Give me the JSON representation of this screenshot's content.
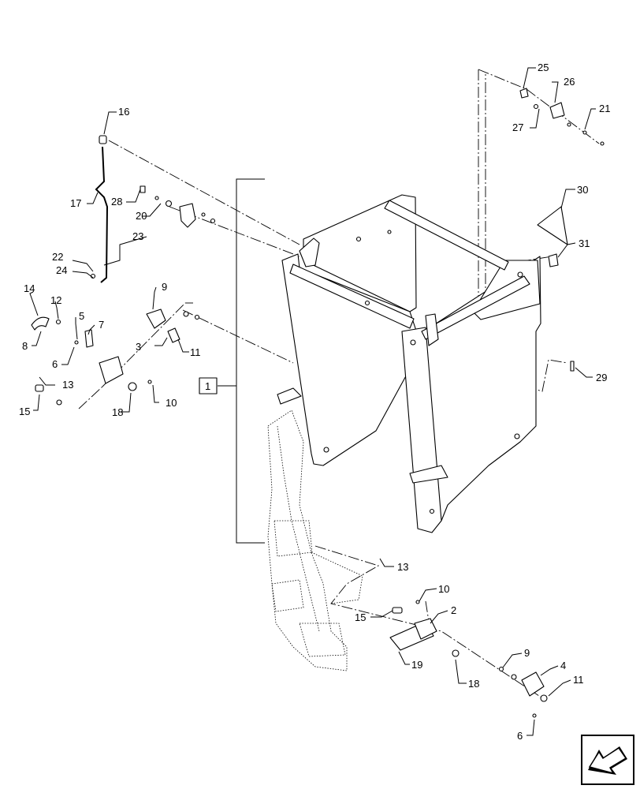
{
  "diagram": {
    "callouts": {
      "c1": "1",
      "c2": "2",
      "c3": "3",
      "c4": "4",
      "c5": "5",
      "c6a": "6",
      "c6b": "6",
      "c7": "7",
      "c8": "8",
      "c9a": "9",
      "c9b": "9",
      "c10a": "10",
      "c10b": "10",
      "c11a": "11",
      "c11b": "11",
      "c12": "12",
      "c13a": "13",
      "c13b": "13",
      "c14": "14",
      "c15a": "15",
      "c15b": "15",
      "c16": "16",
      "c17": "17",
      "c18a": "18",
      "c18b": "18",
      "c19": "19",
      "c20": "20",
      "c21": "21",
      "c22": "22",
      "c23": "23",
      "c24": "24",
      "c25": "25",
      "c26": "26",
      "c27": "27",
      "c28": "28",
      "c29": "29",
      "c30": "30",
      "c31": "31"
    },
    "nav_icon": "arrow-left-icon"
  }
}
